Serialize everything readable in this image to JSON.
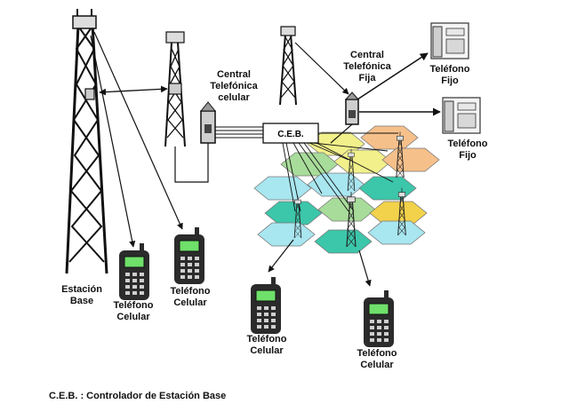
{
  "labels": {
    "estacion_base": "Estación\nBase",
    "telefono_celular": "Teléfono\nCelular",
    "central_celular": "Central\nTelefónica\ncelular",
    "central_fija": "Central\nTelefónica\nFija",
    "telefono_fijo": "Teléfono\nFijo",
    "ceb": "C.E.B."
  },
  "footnote": "C.E.B. : Controlador de Estación Base",
  "colors": {
    "cell_yellow": "#f2f08a",
    "cell_green": "#a8dc9a",
    "cell_cyan": "#a8e6f0",
    "cell_teal": "#3cc6aa",
    "cell_orange": "#f6c08a",
    "cell_gold": "#f2d24a",
    "phone_body": "#2b2b2b",
    "phone_screen": "#6fe06a"
  }
}
